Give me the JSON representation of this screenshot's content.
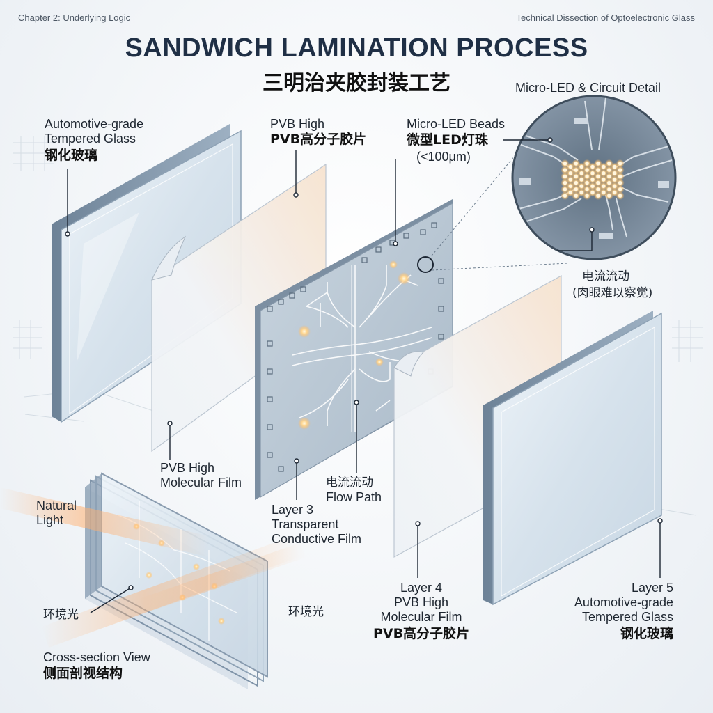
{
  "header": {
    "chapter": "Chapter 2: Underlying Logic",
    "section": "Technical Dissection of Optoelectronic Glass"
  },
  "title": {
    "en": "SANDWICH LAMINATION PROCESS",
    "cn": "三明治夹胶封装工艺"
  },
  "labels": {
    "layer1": {
      "en1": "Automotive-grade",
      "en2": "Tempered Glass",
      "cn": "钢化玻璃"
    },
    "layer2_top": {
      "en": "PVB High",
      "cn": "PVB高分子胶片"
    },
    "layer2_bottom": {
      "en1": "PVB High",
      "en2": "Molecular Film"
    },
    "beads": {
      "en": "Micro-LED Beads",
      "cn": "微型LED灯珠",
      "size": "(<100μm)"
    },
    "detail_title": "Micro-LED & Circuit Detail",
    "current_right": {
      "cn1": "电流流动",
      "cn2": "(肉眼难以察觉)"
    },
    "flow_path": {
      "cn": "电流流动",
      "en": "Flow Path"
    },
    "layer3": {
      "en1": "Layer 3",
      "en2": "Transparent",
      "en3": "Conductive Film"
    },
    "layer4": {
      "en1": "Layer 4",
      "en2": "PVB High",
      "en3": "Molecular Film",
      "cn": "PVB高分子胶片"
    },
    "layer5": {
      "en1": "Layer 5",
      "en2": "Automotive-grade",
      "en3": "Tempered Glass",
      "cn": "钢化玻璃"
    },
    "natural_light": {
      "en1": "Natural",
      "en2": "Light"
    },
    "ambient_left": "环境光",
    "ambient_right": "环境光",
    "cross_section": {
      "en": "Cross-section View",
      "cn": "侧面剖视结构"
    }
  },
  "colors": {
    "glass_edge": "#7f93a8",
    "glass_face": "#dce7f0",
    "pvb_tint": "#f6e6d6",
    "circuit_line": "#ffffff",
    "led_glow": "#ffcf8a",
    "light_beam": "#ffb070",
    "text_dark": "#1c2633"
  }
}
